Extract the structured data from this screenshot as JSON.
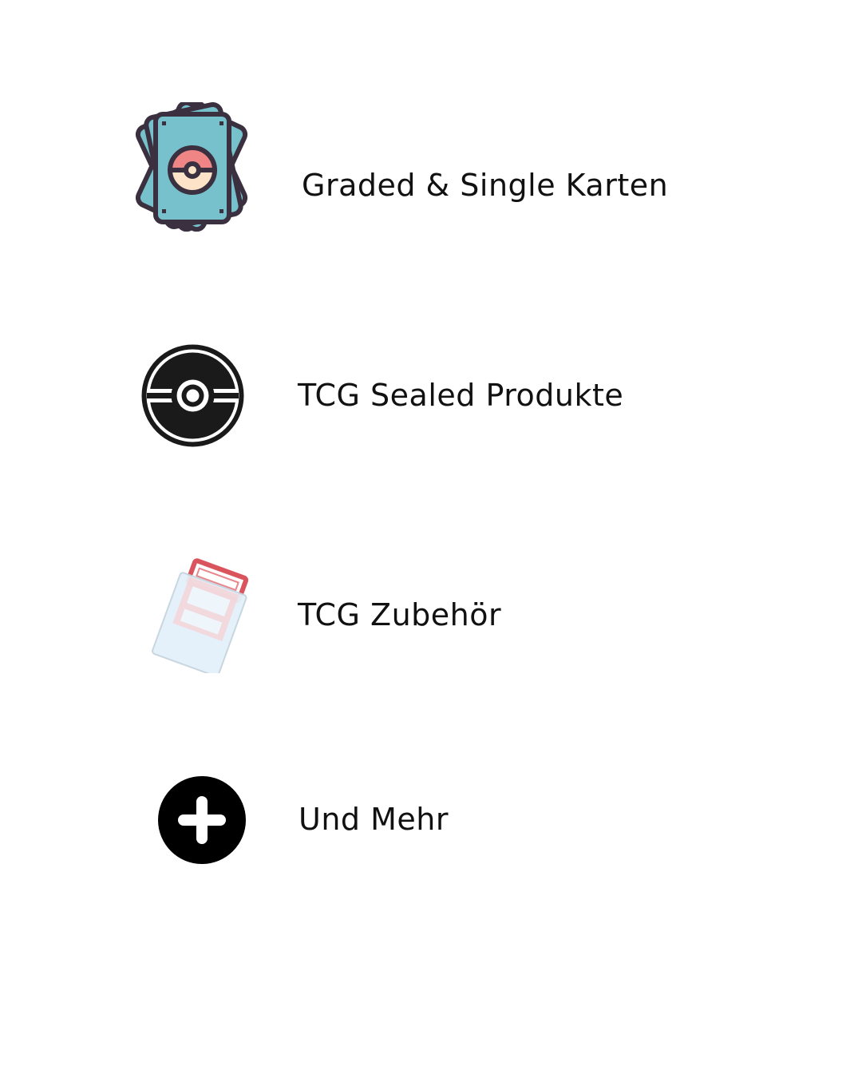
{
  "items": [
    {
      "label": "Graded & Single Karten",
      "icon": "trading-cards-icon"
    },
    {
      "label": "TCG Sealed Produkte",
      "icon": "pokeball-icon"
    },
    {
      "label": "TCG Zubehör",
      "icon": "card-sleeve-icon"
    },
    {
      "label": "Und Mehr",
      "icon": "plus-circle-icon"
    }
  ],
  "colors": {
    "card": "#76c1cb",
    "outline": "#3a3040",
    "ball_top": "#ef8585",
    "ball_bottom": "#fde4c8",
    "sleeve_red": "#d9545c",
    "text": "#111111"
  }
}
